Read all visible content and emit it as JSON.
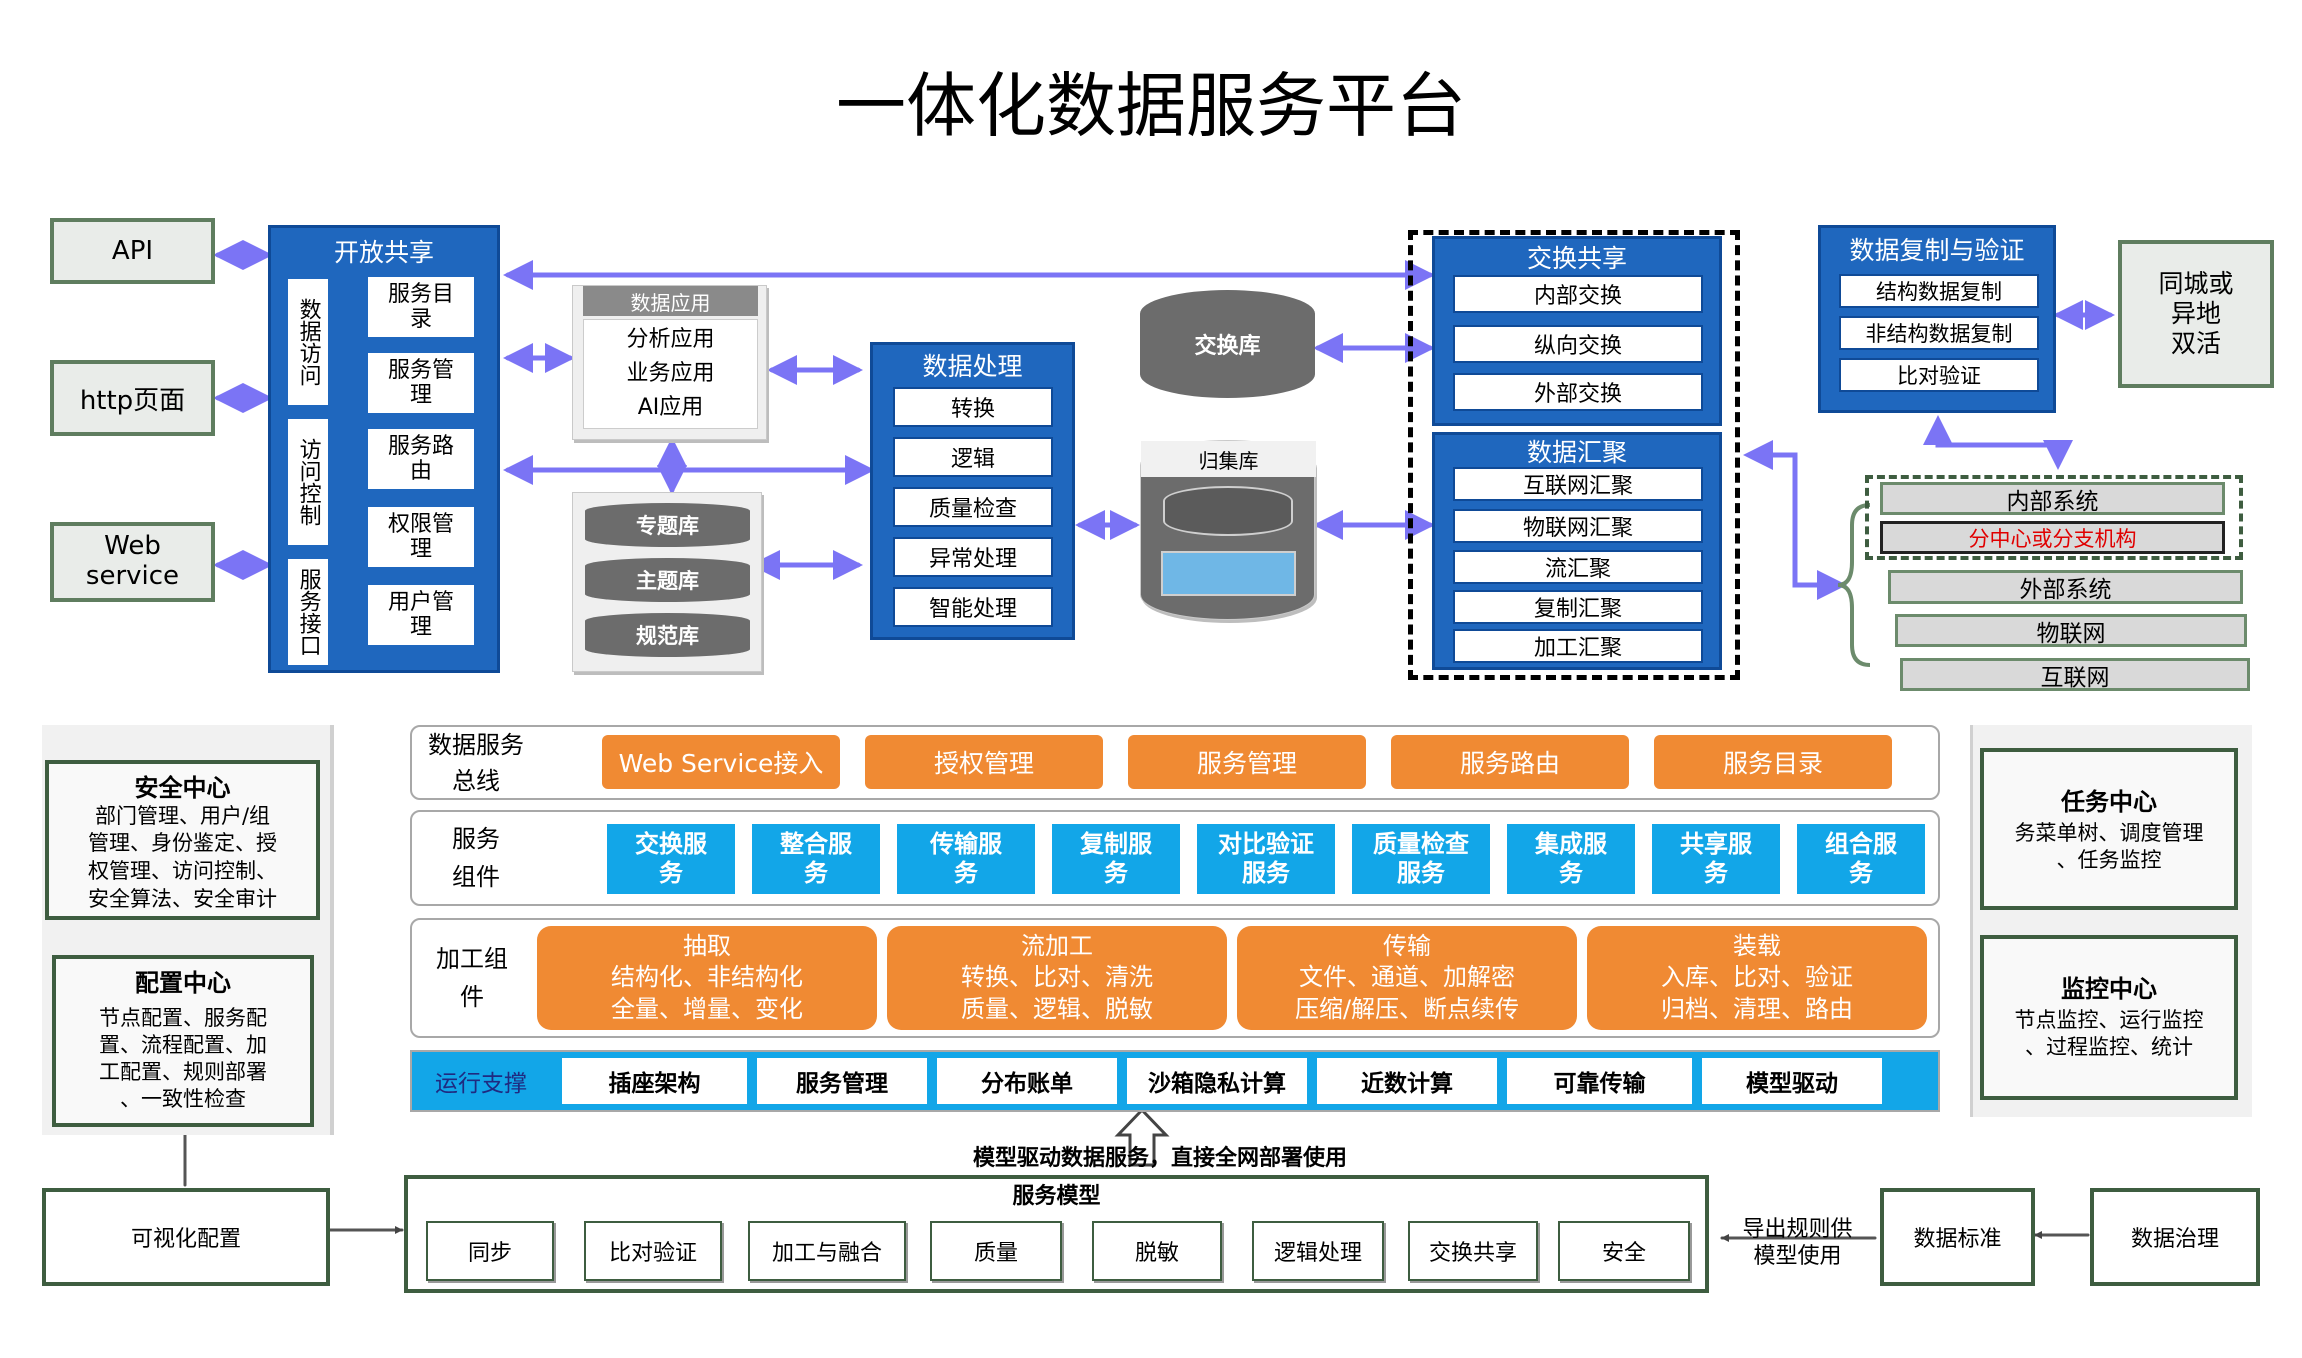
{
  "title": "一体化数据服务平台",
  "left_inputs": [
    "API",
    "http页面",
    "Web\nservice"
  ],
  "open_share": {
    "title": "开放共享",
    "col1": [
      "数据访问",
      "访问控制",
      "服务接口"
    ],
    "col2": [
      "服务目录",
      "服务管理",
      "服务路由",
      "权限管理",
      "用户管理"
    ]
  },
  "data_app": {
    "title": "数据应用",
    "items": [
      "分析应用",
      "业务应用",
      "AI应用"
    ]
  },
  "libs": [
    "专题库",
    "主题库",
    "规范库"
  ],
  "data_proc": {
    "title": "数据处理",
    "items": [
      "转换",
      "逻辑",
      "质量检查",
      "异常处理",
      "智能处理"
    ]
  },
  "exchange_db": "交换库",
  "collect_db": "归集库",
  "exchange_share": {
    "title": "交换共享",
    "items": [
      "内部交换",
      "纵向交换",
      "外部交换"
    ]
  },
  "data_collect": {
    "title": "数据汇聚",
    "items": [
      "互联网汇聚",
      "物联网汇聚",
      "流汇聚",
      "复制汇聚",
      "加工汇聚"
    ]
  },
  "replicate": {
    "title": "数据复制与验证",
    "items": [
      "结构数据复制",
      "非结构数据复制",
      "比对验证"
    ]
  },
  "dual_active": "同城或\n异地\n双活",
  "systems": {
    "internal": "内部系统",
    "branch": "分中心或分支机构",
    "others": [
      "外部系统",
      "物联网",
      "互联网"
    ]
  },
  "bus": {
    "label": "数据服务\n总线",
    "items": [
      "Web Service接入",
      "授权管理",
      "服务管理",
      "服务路由",
      "服务目录"
    ]
  },
  "components": {
    "label": "服务\n组件",
    "items": [
      "交换服\n务",
      "整合服\n务",
      "传输服\n务",
      "复制服\n务",
      "对比验证\n服务",
      "质量检查\n服务",
      "集成服\n务",
      "共享服\n务",
      "组合服\n务"
    ]
  },
  "processing": {
    "label": "加工组\n件",
    "items": [
      {
        "title": "抽取",
        "l1": "结构化、非结构化",
        "l2": "全量、增量、变化"
      },
      {
        "title": "流加工",
        "l1": "转换、比对、清洗",
        "l2": "质量、逻辑、脱敏"
      },
      {
        "title": "传输",
        "l1": "文件、通道、加解密",
        "l2": "压缩/解压、断点续传"
      },
      {
        "title": "装载",
        "l1": "入库、比对、验证",
        "l2": "归档、清理、路由"
      }
    ]
  },
  "support": {
    "label": "运行支撑",
    "items": [
      "插座架构",
      "服务管理",
      "分布账单",
      "沙箱隐私计算",
      "近数计算",
      "可靠传输",
      "模型驱动"
    ]
  },
  "security": {
    "title": "安全中心",
    "desc": "部门管理、用户/组\n管理、身份鉴定、授\n权管理、访问控制、\n安全算法、安全审计"
  },
  "config": {
    "title": "配置中心",
    "desc": "节点配置、服务配\n置、流程配置、加\n工配置、规则部署\n、一致性检查"
  },
  "task": {
    "title": "任务中心",
    "desc": "务菜单树、调度管理\n、任务监控"
  },
  "monitor": {
    "title": "监控中心",
    "desc": "节点监控、运行监控\n、过程监控、统计"
  },
  "model_caption": "模型驱动数据服务，直接全网部署使用",
  "model": {
    "title": "服务模型",
    "items": [
      "同步",
      "比对验证",
      "加工与融合",
      "质量",
      "脱敏",
      "逻辑处理",
      "交换共享",
      "安全"
    ]
  },
  "visual_config": "可视化配置",
  "export_rule": "导出规则供\n模型使用",
  "data_standard": "数据标准",
  "data_governance": "数据治理",
  "colors": {
    "blue": "#1f67be",
    "orange": "#f08a33",
    "cyan": "#12a6e8",
    "green": "#3e5d40",
    "arrow": "#7b74f5",
    "red": "#e00000"
  }
}
